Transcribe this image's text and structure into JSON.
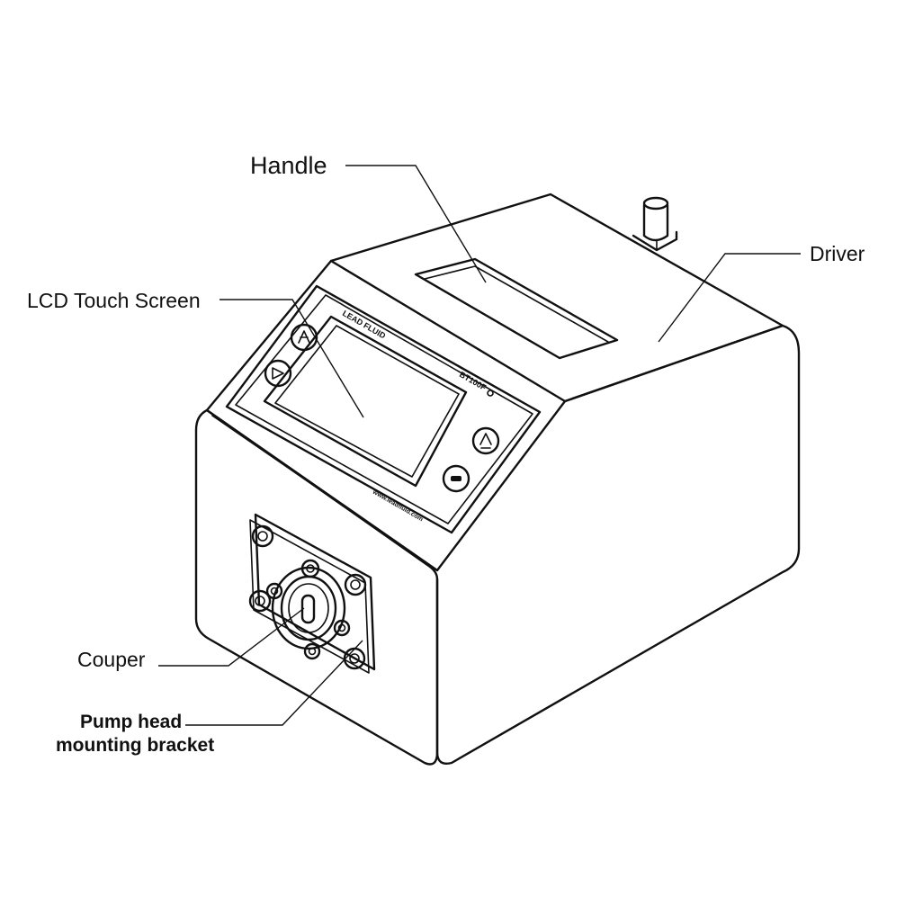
{
  "labels": {
    "handle": "Handle",
    "driver": "Driver",
    "lcd_touch_screen": "LCD Touch Screen",
    "couper": "Couper",
    "pump_head_line1": "Pump head",
    "pump_head_line2": "mounting bracket"
  },
  "panel": {
    "brand": "LEAD FLUID",
    "model": "BT100F",
    "website": "www.leadfluid.com"
  },
  "colors": {
    "line": "#111111",
    "background": "#ffffff"
  }
}
